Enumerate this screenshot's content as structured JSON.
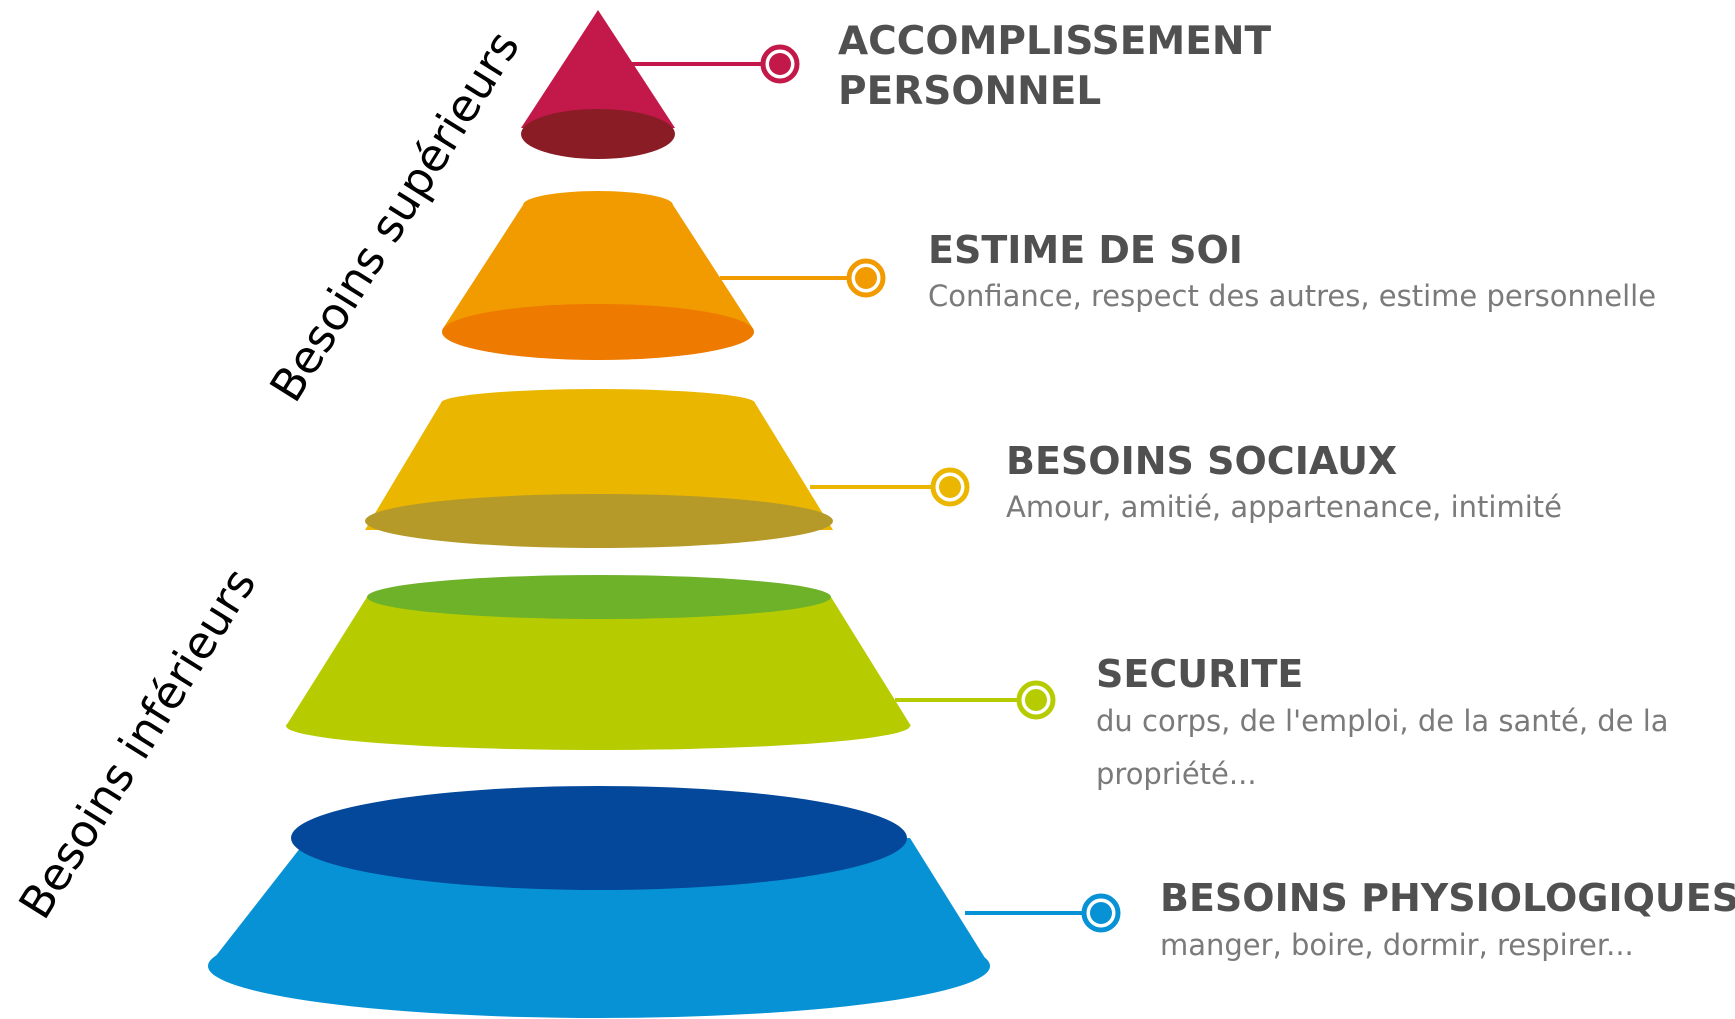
{
  "side_labels": {
    "upper": "Besoins supérieurs",
    "lower": "Besoins inférieurs"
  },
  "levels": [
    {
      "title_lines": [
        "ACCOMPLISSEMENT",
        "PERSONNEL"
      ],
      "description_lines": [],
      "color": "#c2184a",
      "shade": "#8a1c26"
    },
    {
      "title_lines": [
        "ESTIME DE SOI"
      ],
      "description_lines": [
        "Confiance, respect des autres, estime personnelle"
      ],
      "color": "#f29b00",
      "shade": "#ee7a00"
    },
    {
      "title_lines": [
        "BESOINS SOCIAUX"
      ],
      "description_lines": [
        "Amour, amitié, appartenance, intimité"
      ],
      "color": "#eab600",
      "shade": "#b59a2a"
    },
    {
      "title_lines": [
        "SECURITE"
      ],
      "description_lines": [
        "du corps, de l'emploi, de la santé, de la",
        "propriété..."
      ],
      "color": "#b6cc00",
      "shade": "#6eb22a"
    },
    {
      "title_lines": [
        "BESOINS PHYSIOLOGIQUES"
      ],
      "description_lines": [
        "manger, boire, dormir, respirer..."
      ],
      "color": "#0792d6",
      "shade": "#03489a"
    }
  ]
}
